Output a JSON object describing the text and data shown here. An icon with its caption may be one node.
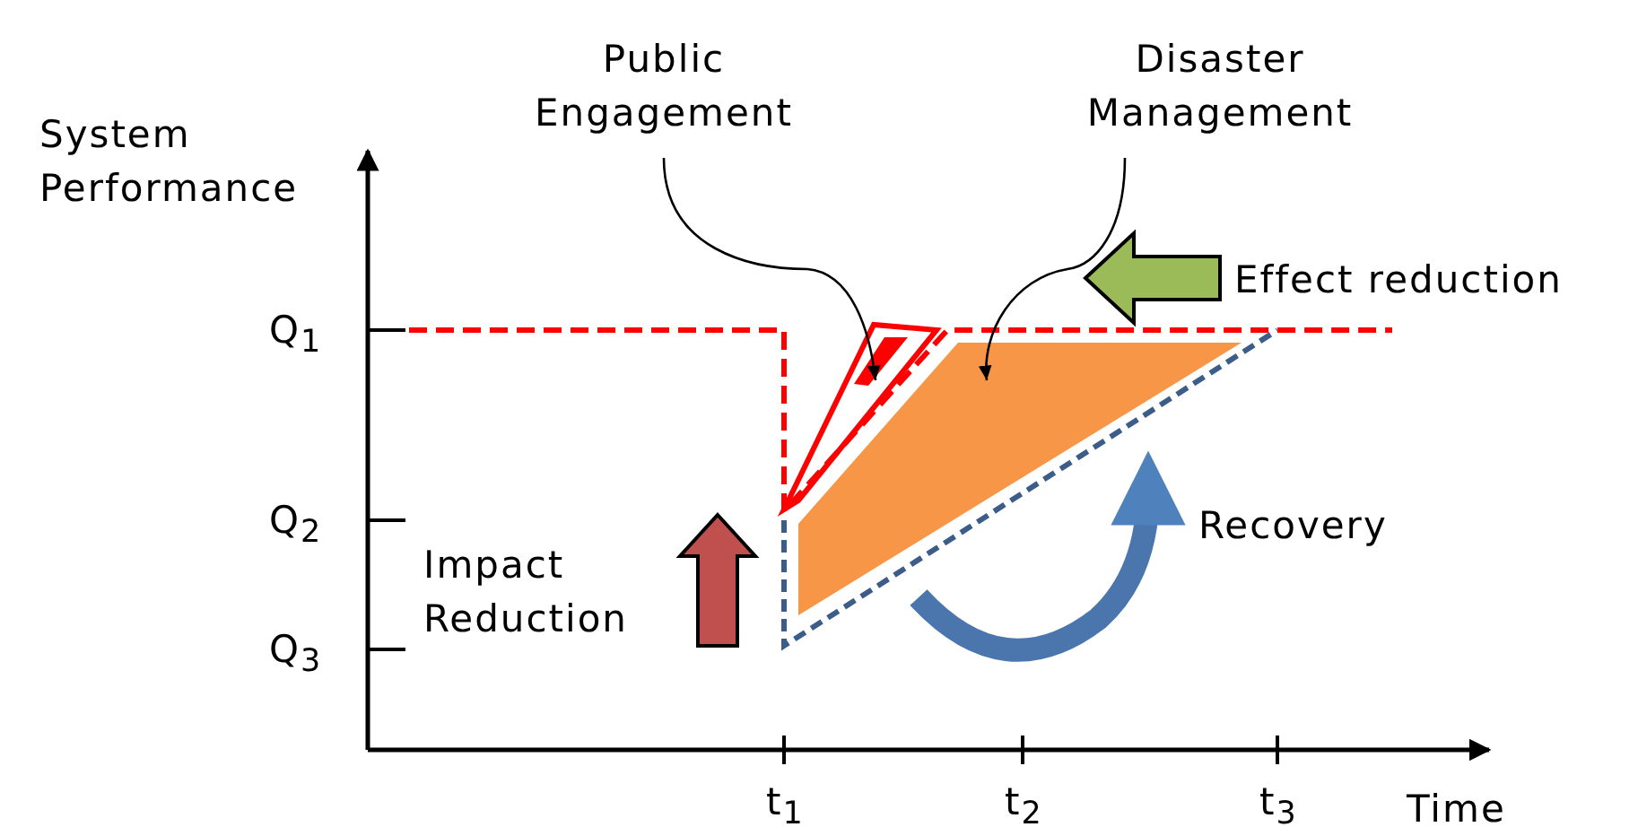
{
  "diagram": {
    "nodes": [
      {
        "text": [
          "Public Engagement"
        ]
      },
      {
        "text": [
          "Disaster Management"
        ]
      },
      {
        "text": [],
        "shape": "triangle"
      },
      {
        "text": [],
        "shape": "parallelogram"
      }
    ],
    "edges": [
      {
        "from": 0,
        "to": 2,
        "arrow": "to"
      },
      {
        "from": 1,
        "to": 3,
        "arrow": "to"
      }
    ],
    "labels": [
      "System Performance",
      "Effect reduction",
      "Q$_{1}$",
      "Q$_{2}$",
      "Impact Reduction",
      "Recovery",
      "Q$_{3}$",
      "t$_{1}$",
      "t$_{2}$",
      "t$_{3}$",
      "Time"
    ]
  }
}
